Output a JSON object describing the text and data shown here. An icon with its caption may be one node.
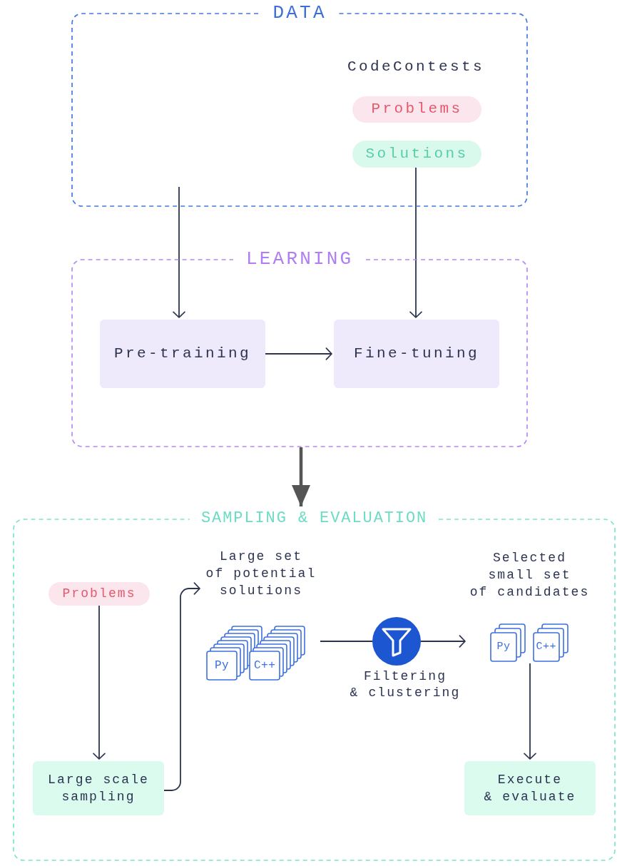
{
  "diagram": {
    "nodes": [
      {
        "text": [
          "DATA"
        ]
      },
      {
        "text": [
          "Problems"
        ],
        "in": 0
      },
      {
        "text": [
          "Solutions"
        ],
        "in": 0
      },
      {
        "text": [
          "LEARNING"
        ]
      },
      {
        "text": [
          "Pre-training"
        ],
        "in": 3
      },
      {
        "text": [
          "Fine-tuning"
        ],
        "in": 3
      },
      {
        "text": [
          "SAMPLING & EVALUATION"
        ]
      },
      {
        "text": [
          "Problems"
        ],
        "in": 6
      },
      {
        "text": [
          "Large set of potential solutions",
          "Py",
          "C++"
        ],
        "in": 6
      },
      {
        "text": [],
        "shape": "circle",
        "beside": [
          "Filtering & clustering"
        ],
        "in": 6
      },
      {
        "text": [
          "Selected small set of candidates",
          "Py",
          "C++"
        ],
        "in": 6
      },
      {
        "text": [
          "Large scale sampling"
        ],
        "in": 6
      },
      {
        "text": [
          "Execute & evaluate"
        ],
        "in": 6
      }
    ],
    "edges": [
      {
        "from": null,
        "to": 4,
        "arrow": "to"
      },
      {
        "from": 2,
        "to": 5,
        "arrow": "to"
      },
      {
        "from": 4,
        "to": 5,
        "arrow": "to"
      },
      {
        "from": 3,
        "to": 6,
        "arrow": "to",
        "style": "thick",
        "color": "#555555"
      },
      {
        "from": 7,
        "to": 11,
        "arrow": "to"
      },
      {
        "from": 11,
        "to": 8,
        "arrow": "to"
      },
      {
        "from": 8,
        "to": 9,
        "arrow": "none"
      },
      {
        "from": 9,
        "to": 10,
        "arrow": "to"
      },
      {
        "from": 10,
        "to": 12,
        "arrow": "to"
      }
    ],
    "labels": [
      "CodeContests"
    ]
  }
}
